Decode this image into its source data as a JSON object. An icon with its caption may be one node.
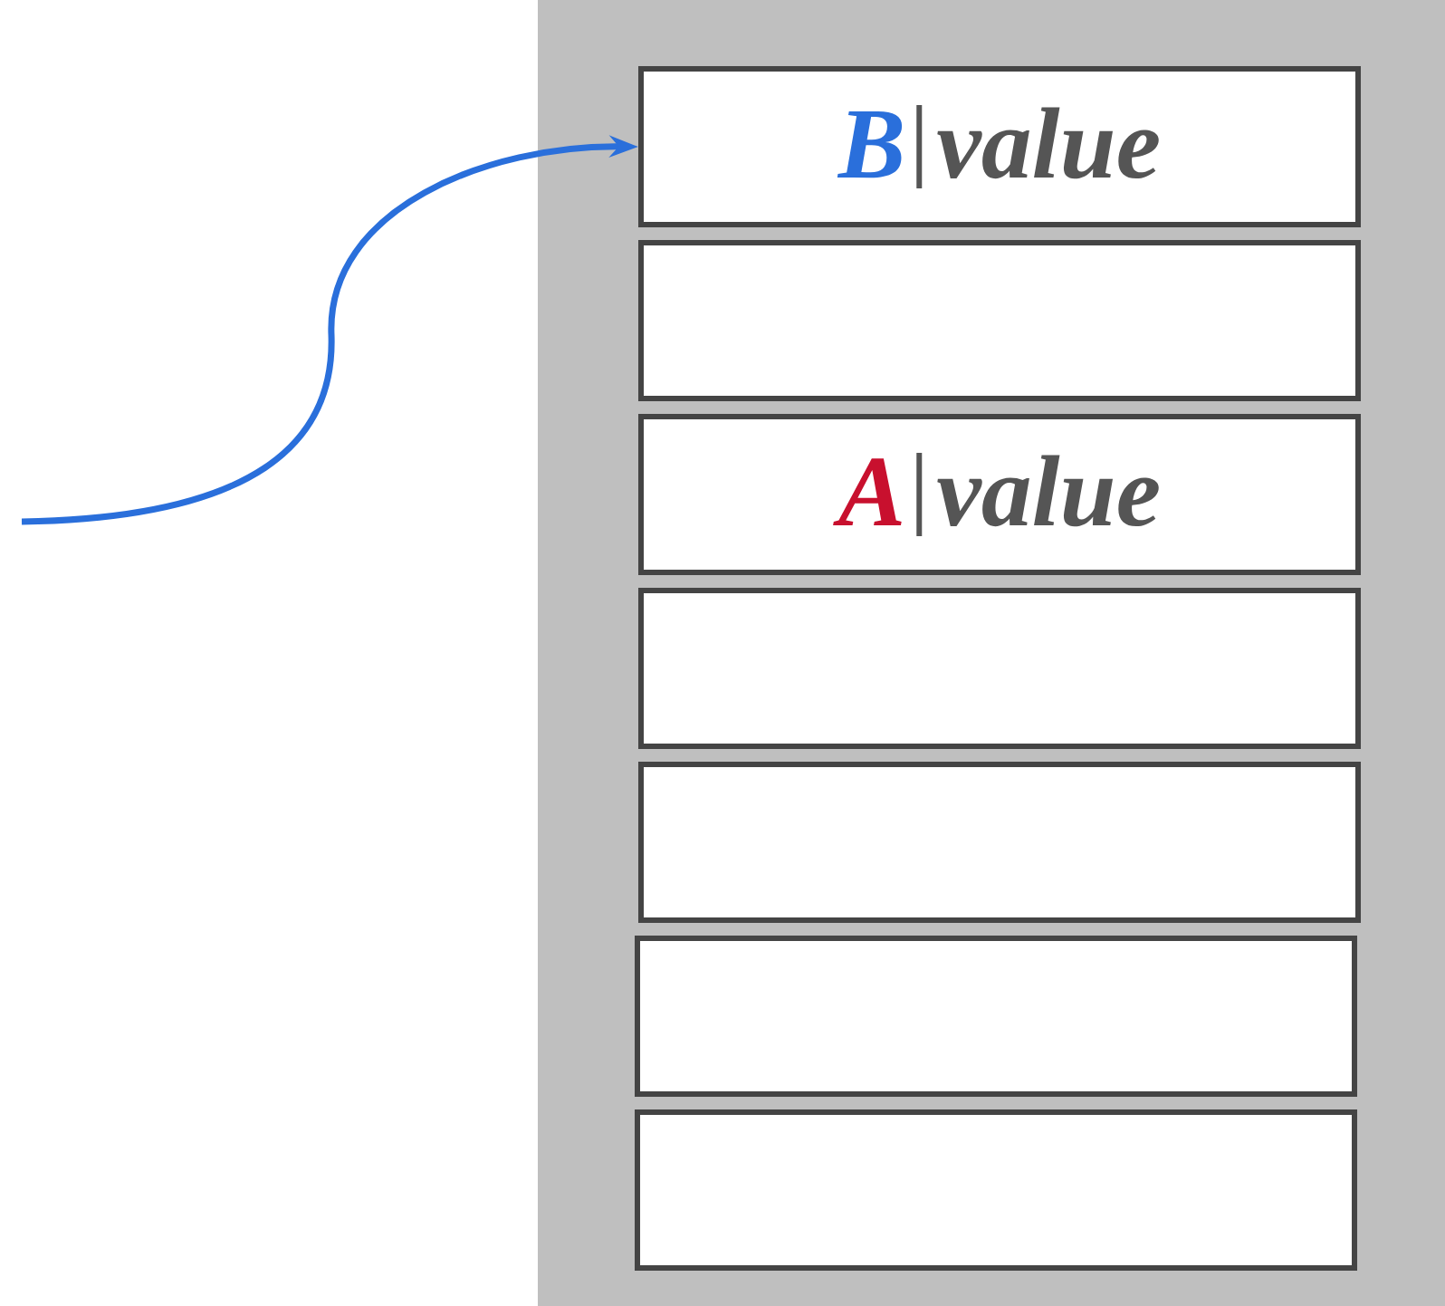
{
  "diagram": {
    "nodes": [
      {
        "text": [],
        "shape": "box"
      },
      {
        "text": [
          "B",
          "value"
        ],
        "in": 0
      },
      {
        "text": [],
        "shape": "box",
        "in": 0
      },
      {
        "text": [
          "A",
          "value"
        ],
        "in": 0
      },
      {
        "text": [],
        "shape": "box",
        "in": 0
      },
      {
        "text": [],
        "shape": "box",
        "in": 0
      },
      {
        "text": [],
        "shape": "box",
        "in": 0
      },
      {
        "text": [],
        "shape": "box",
        "in": 0
      }
    ],
    "edges": [
      {
        "from": null,
        "to": 1,
        "arrow": "to",
        "color": "#2a6fdb"
      }
    ]
  }
}
